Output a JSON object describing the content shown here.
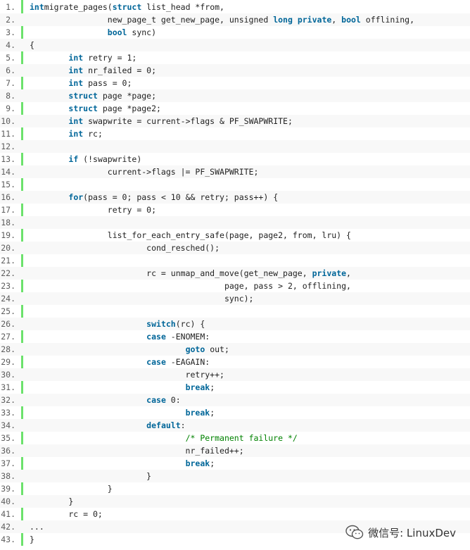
{
  "lines": [
    {
      "n": "1.",
      "t": [
        [
          "ty",
          "int"
        ],
        [
          "",
          "migrate_pages("
        ],
        [
          "kw",
          "struct"
        ],
        [
          "",
          " list_head *from,"
        ]
      ]
    },
    {
      "n": "2.",
      "t": [
        [
          "",
          "                new_page_t get_new_page, unsigned "
        ],
        [
          "ty",
          "long"
        ],
        [
          "",
          " "
        ],
        [
          "kw",
          "private"
        ],
        [
          "",
          ", "
        ],
        [
          "ty",
          "bool"
        ],
        [
          "",
          " offlining,"
        ]
      ]
    },
    {
      "n": "3.",
      "t": [
        [
          "",
          "                "
        ],
        [
          "ty",
          "bool"
        ],
        [
          "",
          " sync)"
        ]
      ]
    },
    {
      "n": "4.",
      "t": [
        [
          "",
          "{"
        ]
      ]
    },
    {
      "n": "5.",
      "t": [
        [
          "",
          "        "
        ],
        [
          "ty",
          "int"
        ],
        [
          "",
          " retry = 1;"
        ]
      ]
    },
    {
      "n": "6.",
      "t": [
        [
          "",
          "        "
        ],
        [
          "ty",
          "int"
        ],
        [
          "",
          " nr_failed = 0;"
        ]
      ]
    },
    {
      "n": "7.",
      "t": [
        [
          "",
          "        "
        ],
        [
          "ty",
          "int"
        ],
        [
          "",
          " pass = 0;"
        ]
      ]
    },
    {
      "n": "8.",
      "t": [
        [
          "",
          "        "
        ],
        [
          "kw",
          "struct"
        ],
        [
          "",
          " page *page;"
        ]
      ]
    },
    {
      "n": "9.",
      "t": [
        [
          "",
          "        "
        ],
        [
          "kw",
          "struct"
        ],
        [
          "",
          " page *page2;"
        ]
      ]
    },
    {
      "n": "10.",
      "t": [
        [
          "",
          "        "
        ],
        [
          "ty",
          "int"
        ],
        [
          "",
          " swapwrite = current->flags & PF_SWAPWRITE;"
        ]
      ]
    },
    {
      "n": "11.",
      "t": [
        [
          "",
          "        "
        ],
        [
          "ty",
          "int"
        ],
        [
          "",
          " rc;"
        ]
      ]
    },
    {
      "n": "12.",
      "t": []
    },
    {
      "n": "13.",
      "t": [
        [
          "",
          "        "
        ],
        [
          "kw",
          "if"
        ],
        [
          "",
          " (!swapwrite)"
        ]
      ]
    },
    {
      "n": "14.",
      "t": [
        [
          "",
          "                current->flags |= PF_SWAPWRITE;"
        ]
      ]
    },
    {
      "n": "15.",
      "t": []
    },
    {
      "n": "16.",
      "t": [
        [
          "",
          "        "
        ],
        [
          "kw",
          "for"
        ],
        [
          "",
          "(pass = 0; pass < 10 && retry; pass++) {"
        ]
      ]
    },
    {
      "n": "17.",
      "t": [
        [
          "",
          "                retry = 0;"
        ]
      ]
    },
    {
      "n": "18.",
      "t": []
    },
    {
      "n": "19.",
      "t": [
        [
          "",
          "                list_for_each_entry_safe(page, page2, from, lru) {"
        ]
      ]
    },
    {
      "n": "20.",
      "t": [
        [
          "",
          "                        cond_resched();"
        ]
      ]
    },
    {
      "n": "21.",
      "t": []
    },
    {
      "n": "22.",
      "t": [
        [
          "",
          "                        rc = unmap_and_move(get_new_page, "
        ],
        [
          "kw",
          "private"
        ],
        [
          "",
          ","
        ]
      ]
    },
    {
      "n": "23.",
      "t": [
        [
          "",
          "                                        page, pass > 2, offlining,"
        ]
      ]
    },
    {
      "n": "24.",
      "t": [
        [
          "",
          "                                        sync);"
        ]
      ]
    },
    {
      "n": "25.",
      "t": []
    },
    {
      "n": "26.",
      "t": [
        [
          "",
          "                        "
        ],
        [
          "kw",
          "switch"
        ],
        [
          "",
          "(rc) {"
        ]
      ]
    },
    {
      "n": "27.",
      "t": [
        [
          "",
          "                        "
        ],
        [
          "kw",
          "case"
        ],
        [
          "",
          " -ENOMEM:"
        ]
      ]
    },
    {
      "n": "28.",
      "t": [
        [
          "",
          "                                "
        ],
        [
          "kw",
          "goto"
        ],
        [
          "",
          " out;"
        ]
      ]
    },
    {
      "n": "29.",
      "t": [
        [
          "",
          "                        "
        ],
        [
          "kw",
          "case"
        ],
        [
          "",
          " -EAGAIN:"
        ]
      ]
    },
    {
      "n": "30.",
      "t": [
        [
          "",
          "                                retry++;"
        ]
      ]
    },
    {
      "n": "31.",
      "t": [
        [
          "",
          "                                "
        ],
        [
          "kw",
          "break"
        ],
        [
          "",
          ";"
        ]
      ]
    },
    {
      "n": "32.",
      "t": [
        [
          "",
          "                        "
        ],
        [
          "kw",
          "case"
        ],
        [
          "",
          " 0:"
        ]
      ]
    },
    {
      "n": "33.",
      "t": [
        [
          "",
          "                                "
        ],
        [
          "kw",
          "break"
        ],
        [
          "",
          ";"
        ]
      ]
    },
    {
      "n": "34.",
      "t": [
        [
          "",
          "                        "
        ],
        [
          "kw",
          "default"
        ],
        [
          "",
          ":"
        ]
      ]
    },
    {
      "n": "35.",
      "t": [
        [
          "",
          "                                "
        ],
        [
          "cm",
          "/* Permanent failure */"
        ]
      ]
    },
    {
      "n": "36.",
      "t": [
        [
          "",
          "                                nr_failed++;"
        ]
      ]
    },
    {
      "n": "37.",
      "t": [
        [
          "",
          "                                "
        ],
        [
          "kw",
          "break"
        ],
        [
          "",
          ";"
        ]
      ]
    },
    {
      "n": "38.",
      "t": [
        [
          "",
          "                        }"
        ]
      ]
    },
    {
      "n": "39.",
      "t": [
        [
          "",
          "                }"
        ]
      ]
    },
    {
      "n": "40.",
      "t": [
        [
          "",
          "        }"
        ]
      ]
    },
    {
      "n": "41.",
      "t": [
        [
          "",
          "        rc = 0;"
        ]
      ]
    },
    {
      "n": "42.",
      "t": [
        [
          "",
          "..."
        ]
      ]
    },
    {
      "n": "43.",
      "t": [
        [
          "",
          "}"
        ]
      ]
    }
  ],
  "watermark": {
    "text": "微信号: LinuxDev",
    "icon": "wechat-icon"
  },
  "colors": {
    "keyword": "#006699",
    "comment": "#008200",
    "gutter_bar": "#6ce26c",
    "alt_row": "#f8f8f8"
  }
}
